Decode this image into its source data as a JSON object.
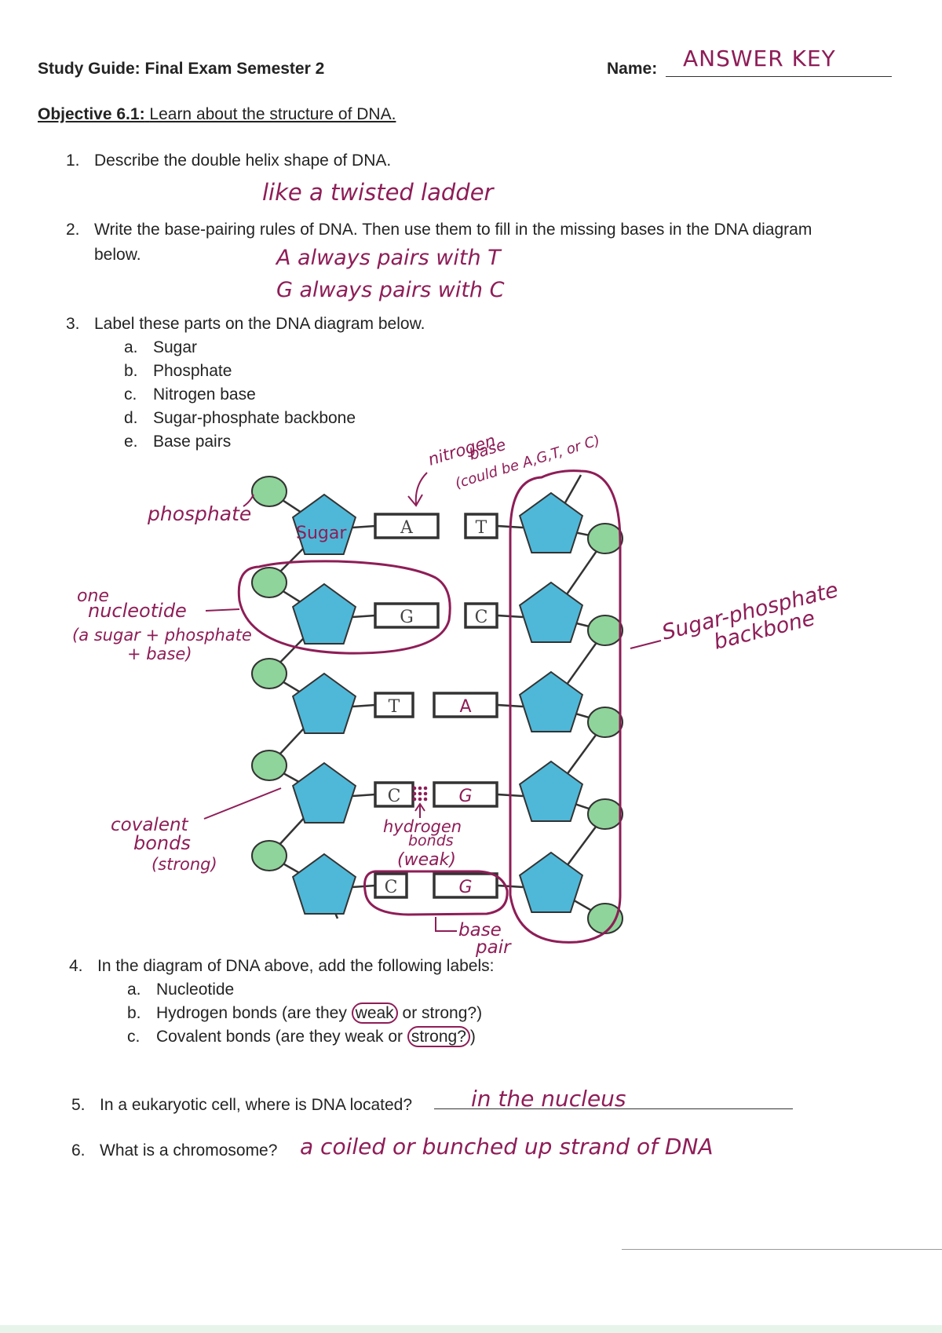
{
  "header": {
    "title": "Study Guide: Final Exam Semester 2",
    "name_label": "Name:",
    "name_value": "ANSWER KEY"
  },
  "objective": {
    "label": "Objective 6.1:",
    "text": "Learn about the structure of DNA."
  },
  "questions": [
    {
      "num": "1.",
      "text": "Describe the double helix shape of DNA.",
      "answer": "like a twisted ladder"
    },
    {
      "num": "2.",
      "text": "Write the base-pairing rules of DNA.  Then use them to fill in the missing bases in the DNA diagram",
      "text_line2": "below.",
      "answer_line1": "A always pairs with T",
      "answer_line2": "G always pairs with C"
    },
    {
      "num": "3.",
      "text": "Label these parts on the DNA diagram below.",
      "items": [
        {
          "letter": "a.",
          "text": "Sugar"
        },
        {
          "letter": "b.",
          "text": "Phosphate"
        },
        {
          "letter": "c.",
          "text": "Nitrogen base"
        },
        {
          "letter": "d.",
          "text": "Sugar-phosphate backbone"
        },
        {
          "letter": "e.",
          "text": "Base pairs"
        }
      ]
    },
    {
      "num": "4.",
      "text": "In the diagram of DNA above, add the following labels:",
      "items": [
        {
          "letter": "a.",
          "text": "Nucleotide"
        },
        {
          "letter": "b.",
          "text_before": "Hydrogen bonds (are they ",
          "circled": "weak",
          "text_after": " or strong?)"
        },
        {
          "letter": "c.",
          "text_before": "Covalent bonds (are they weak or ",
          "circled": "strong?",
          "text_after": ")"
        }
      ]
    },
    {
      "num": "5.",
      "text": "In a eukaryotic cell, where is DNA located?",
      "answer": "in the nucleus"
    },
    {
      "num": "6.",
      "text": "What is a chromosome?",
      "answer": "a coiled or bunched up strand of DNA"
    }
  ],
  "diagram": {
    "left_bases": [
      "A",
      "G",
      "T",
      "C",
      "C"
    ],
    "right_bases": [
      "T",
      "C",
      "A",
      "G",
      "G"
    ],
    "annotations": {
      "phosphate": "phosphate",
      "sugar": "Sugar",
      "nitrogen_base_1": "nitrogen",
      "nitrogen_base_2": "base",
      "nitrogen_base_3": "(could be A,G,T, or C)",
      "nucleotide_1": "one",
      "nucleotide_2": "nucleotide",
      "nucleotide_3": "(a sugar + phosphate",
      "nucleotide_4": "+ base)",
      "backbone_1": "Sugar-phosphate",
      "backbone_2": "backbone",
      "covalent_1": "covalent",
      "covalent_2": "bonds",
      "covalent_3": "(strong)",
      "hydrogen_1": "hydrogen",
      "hydrogen_2": "bonds",
      "hydrogen_3": "(weak)",
      "base_pair_1": "base",
      "base_pair_2": "pair"
    },
    "colors": {
      "sugar": "#4fb8d8",
      "phosphate": "#8fd49a",
      "ink": "#8e1d57",
      "outline": "#333333"
    }
  }
}
